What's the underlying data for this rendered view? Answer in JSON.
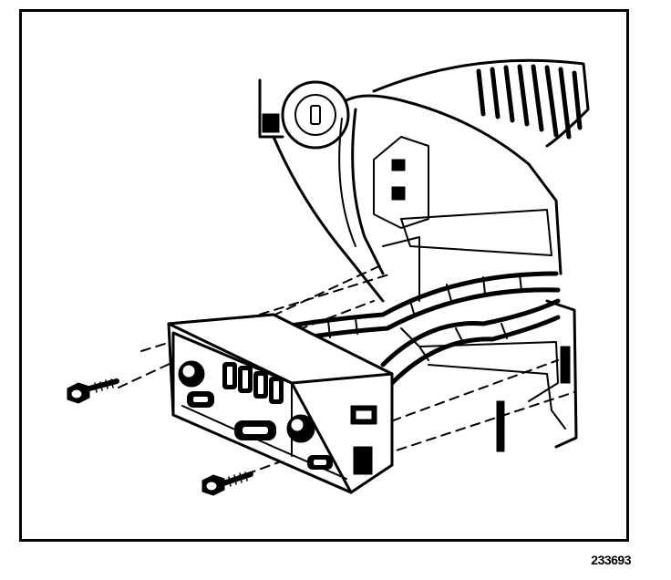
{
  "figure": {
    "id_label": "233693"
  },
  "colors": {
    "ink": "#000000",
    "paper": "#ffffff"
  },
  "parts": [
    {
      "name": "hvac-control-module"
    },
    {
      "name": "control-knob-left"
    },
    {
      "name": "control-knob-right"
    },
    {
      "name": "mounting-bolt-upper"
    },
    {
      "name": "mounting-bolt-lower"
    },
    {
      "name": "instrument-panel-opening"
    },
    {
      "name": "wiring-harness"
    },
    {
      "name": "ignition-lock-cylinder"
    },
    {
      "name": "air-vent-louvers"
    }
  ]
}
